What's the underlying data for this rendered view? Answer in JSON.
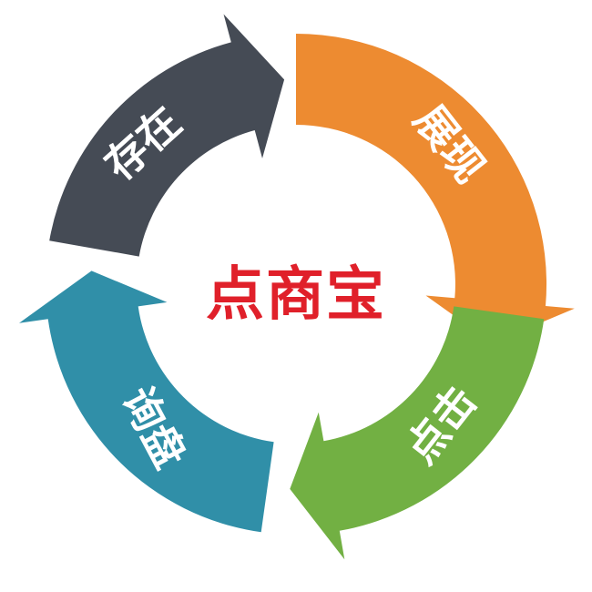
{
  "title": "点商宝",
  "segments": [
    {
      "label": "存在",
      "color": "#454B55"
    },
    {
      "label": "展现",
      "color": "#ED8B31"
    },
    {
      "label": "点击",
      "color": "#72B043"
    },
    {
      "label": "询盘",
      "color": "#308FA8"
    }
  ],
  "colors": {
    "title": "#E0202A",
    "background": "#FFFFFF"
  }
}
